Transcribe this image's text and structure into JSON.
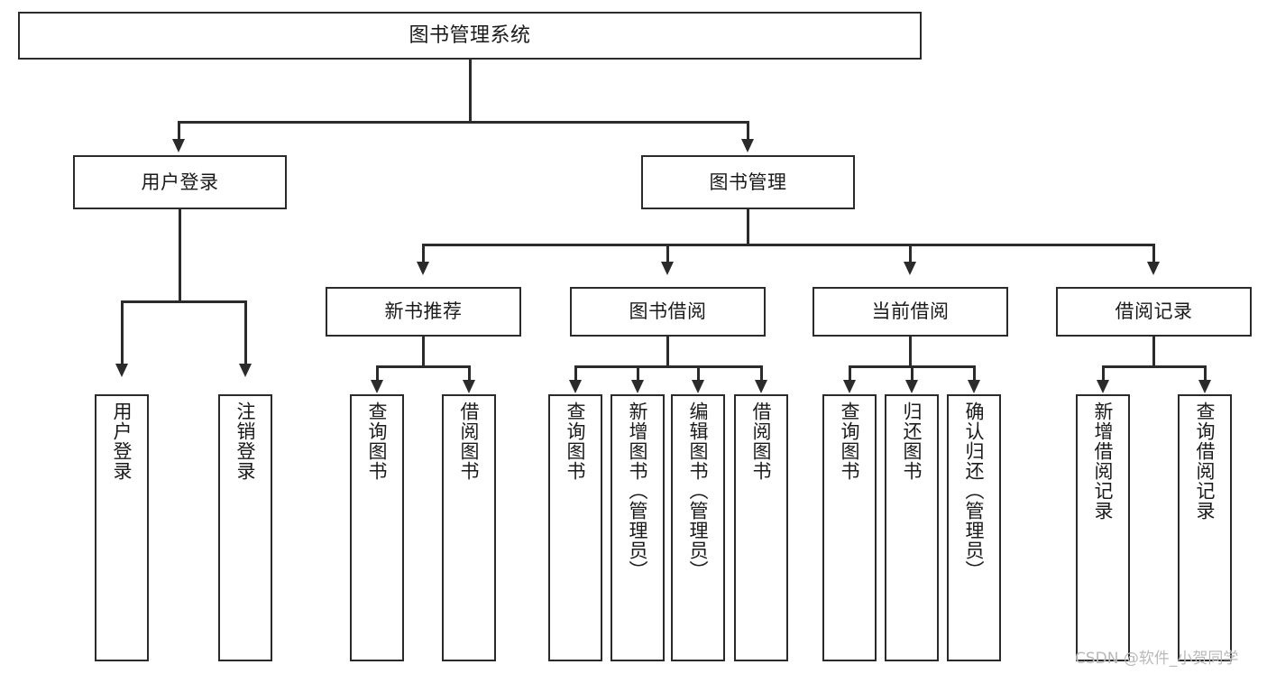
{
  "diagram": {
    "title": "图书管理系统",
    "type": "功能结构图",
    "watermark": "CSDN @软件_小贺同学",
    "colors": {
      "stroke": "#2b2b2b",
      "fill": "#ffffff",
      "text": "#1a1a1a",
      "watermark": "#b9b9b9"
    }
  },
  "nodes": {
    "root": {
      "label": "图书管理系统"
    },
    "level1": [
      {
        "label": "用户登录"
      },
      {
        "label": "图书管理"
      }
    ],
    "level2": [
      {
        "label": "新书推荐"
      },
      {
        "label": "图书借阅"
      },
      {
        "label": "当前借阅"
      },
      {
        "label": "借阅记录"
      }
    ],
    "leaves": {
      "user_login": [
        {
          "label": "用户登录"
        },
        {
          "label": "注销登录"
        }
      ],
      "new_book_recommend": [
        {
          "label": "查询图书"
        },
        {
          "label": "借阅图书"
        }
      ],
      "book_borrow": [
        {
          "label": "查询图书"
        },
        {
          "label": "新增图书（管理员）"
        },
        {
          "label": "编辑图书（管理员）"
        },
        {
          "label": "借阅图书"
        }
      ],
      "current_borrow": [
        {
          "label": "查询图书"
        },
        {
          "label": "归还图书"
        },
        {
          "label": "确认归还（管理员）"
        }
      ],
      "borrow_record": [
        {
          "label": "新增借阅记录"
        },
        {
          "label": "查询借阅记录"
        }
      ]
    }
  }
}
